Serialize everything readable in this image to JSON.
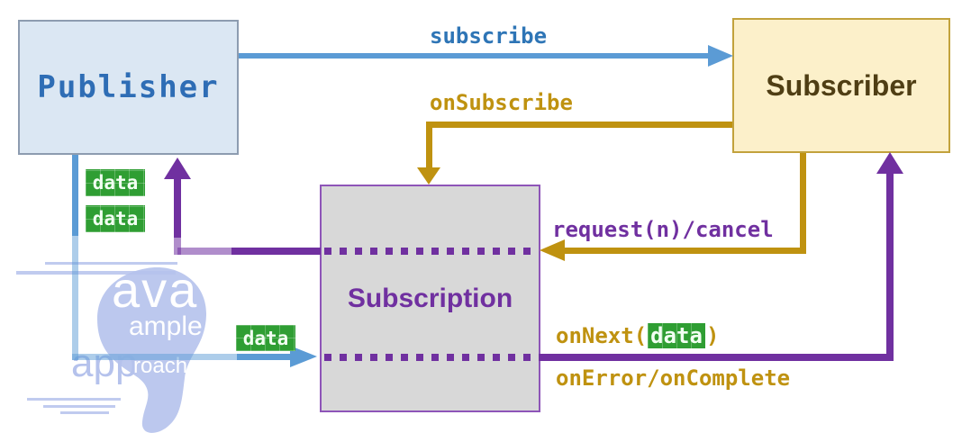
{
  "nodes": {
    "publisher": "Publisher",
    "subscriber": "Subscriber",
    "subscription": "Subscription"
  },
  "labels": {
    "subscribe": "subscribe",
    "on_subscribe": "onSubscribe",
    "request_cancel": "request(n)/cancel",
    "on_next_prefix": "onNext(",
    "on_next_arg": "data",
    "on_next_suffix": ")",
    "on_error_complete": "onError/onComplete"
  },
  "badges": {
    "stream_item_1": "data",
    "stream_item_2": "data",
    "stream_item_3": "data"
  },
  "watermark": {
    "word_1": "ava",
    "word_2": "ample",
    "word_3": "app",
    "word_4": "roach"
  },
  "colors": {
    "publisher_fill": "#dbe7f3",
    "publisher_border": "#8d9cb0",
    "publisher_text": "#2e6db5",
    "subscriber_fill": "#fcf0ca",
    "subscriber_border": "#c2a23c",
    "subscriber_text": "#4f3e14",
    "subscription_fill": "#d8d8d8",
    "subscription_border": "#8e55b8",
    "subscription_text": "#7030a0",
    "blue_arrow": "#5b9bd5",
    "blue_text": "#2e75b6",
    "gold_arrow": "#bf9210",
    "purple_arrow": "#7030a0",
    "green_badge": "#2f9e33",
    "watermark_blue": "#b5c2ec"
  }
}
